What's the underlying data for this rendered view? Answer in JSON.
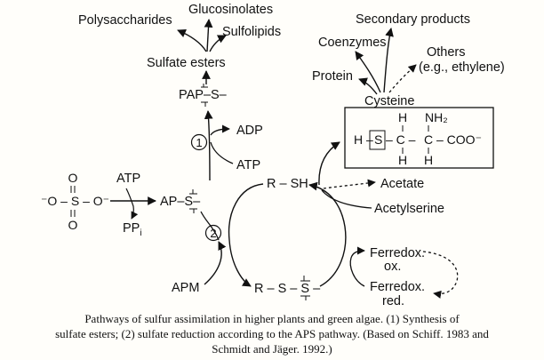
{
  "diagram": {
    "labels": {
      "glucosinolates": "Glucosinolates",
      "polysaccharides": "Polysaccharides",
      "sulfolipids": "Sulfolipids",
      "sulfate_esters": "Sulfate esters",
      "pap_s": "PAP–S–",
      "secondary_products": "Secondary products",
      "coenzymes": "Coenzymes",
      "others": "Others",
      "ethylene": "(e.g., ethylene)",
      "protein": "Protein",
      "cysteine": "Cysteine",
      "adp": "ADP",
      "atp_upper": "ATP",
      "atp_left": "ATP",
      "ppi": "PP",
      "ppi_sub": "i",
      "ap_s": "AP–S–",
      "r_sh": "R – SH",
      "r_s_s": "R – S – S –",
      "acetate": "Acetate",
      "acetylserine": "Acetylserine",
      "ferredox_ox_1": "Ferredox.",
      "ferredox_ox_2": "ox.",
      "ferredox_red_1": "Ferredox.",
      "ferredox_red_2": "red.",
      "apm": "APM",
      "step1": "1",
      "step2": "2"
    },
    "sulfate": {
      "o_top": "O",
      "o_bottom": "O",
      "left": "⁻O – S – O⁻"
    },
    "cysteine_structure": {
      "h_left": "H –",
      "s": "S",
      "c1": "– C –",
      "c2": "C – COO⁻",
      "h_top1": "H",
      "nh2": "NH₂",
      "h_bot1": "H",
      "h_bot2": "H"
    }
  },
  "caption": {
    "line1": "Pathways of sulfur assimilation in higher plants and green algae. (1) Synthesis of",
    "line2": "sulfate esters; (2) sulfate reduction according to the APS pathway. (Based on Schiff. 1983 and",
    "line3": "Schmidt and Jäger. 1992.)"
  }
}
